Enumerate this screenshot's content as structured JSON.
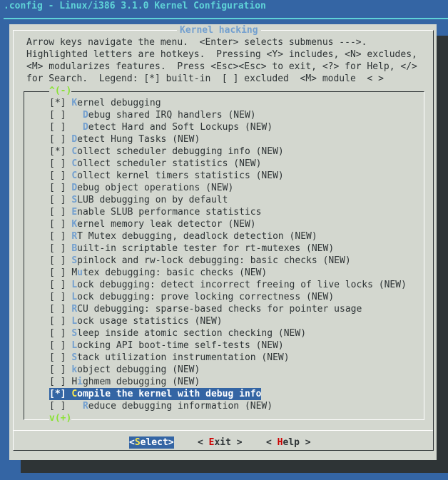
{
  "window_title": ".config - Linux/i386 3.1.0 Kernel Configuration",
  "dialog": {
    "title": "Kernel hacking",
    "help_lines": [
      "Arrow keys navigate the menu.  <Enter> selects submenus --->.",
      "Highlighted letters are hotkeys.  Pressing <Y> includes, <N> excludes,",
      "<M> modularizes features.  Press <Esc><Esc> to exit, <?> for Help, </>",
      "for Search.  Legend: [*] built-in  [ ] excluded  <M> module  < >"
    ],
    "scroll_up": "^(-)",
    "scroll_down": "v(+)"
  },
  "menu": {
    "selected_index": 24,
    "items": [
      {
        "state": "[*]",
        "label": "Kernel debugging",
        "hotkey": 0,
        "indent": false
      },
      {
        "state": "[ ]",
        "label": "Debug shared IRQ handlers (NEW)",
        "hotkey": 0,
        "indent": true
      },
      {
        "state": "[ ]",
        "label": "Detect Hard and Soft Lockups (NEW)",
        "hotkey": 0,
        "indent": true
      },
      {
        "state": "[ ]",
        "label": "Detect Hung Tasks (NEW)",
        "hotkey": 0,
        "indent": false
      },
      {
        "state": "[*]",
        "label": "Collect scheduler debugging info (NEW)",
        "hotkey": 0,
        "indent": false
      },
      {
        "state": "[ ]",
        "label": "Collect scheduler statistics (NEW)",
        "hotkey": 0,
        "indent": false
      },
      {
        "state": "[ ]",
        "label": "Collect kernel timers statistics (NEW)",
        "hotkey": 0,
        "indent": false
      },
      {
        "state": "[ ]",
        "label": "Debug object operations (NEW)",
        "hotkey": 0,
        "indent": false
      },
      {
        "state": "[ ]",
        "label": "SLUB debugging on by default",
        "hotkey": 0,
        "indent": false
      },
      {
        "state": "[ ]",
        "label": "Enable SLUB performance statistics",
        "hotkey": 0,
        "indent": false
      },
      {
        "state": "[ ]",
        "label": "Kernel memory leak detector (NEW)",
        "hotkey": 0,
        "indent": false
      },
      {
        "state": "[ ]",
        "label": "RT Mutex debugging, deadlock detection (NEW)",
        "hotkey": 0,
        "indent": false
      },
      {
        "state": "[ ]",
        "label": "Built-in scriptable tester for rt-mutexes (NEW)",
        "hotkey": 0,
        "indent": false
      },
      {
        "state": "[ ]",
        "label": "Spinlock and rw-lock debugging: basic checks (NEW)",
        "hotkey": 0,
        "indent": false
      },
      {
        "state": "[ ]",
        "label": "Mutex debugging: basic checks (NEW)",
        "hotkey": 1,
        "indent": false
      },
      {
        "state": "[ ]",
        "label": "Lock debugging: detect incorrect freeing of live locks (NEW)",
        "hotkey": 0,
        "indent": false
      },
      {
        "state": "[ ]",
        "label": "Lock debugging: prove locking correctness (NEW)",
        "hotkey": 0,
        "indent": false
      },
      {
        "state": "[ ]",
        "label": "RCU debugging: sparse-based checks for pointer usage",
        "hotkey": 0,
        "indent": false
      },
      {
        "state": "[ ]",
        "label": "Lock usage statistics (NEW)",
        "hotkey": 0,
        "indent": false
      },
      {
        "state": "[ ]",
        "label": "Sleep inside atomic section checking (NEW)",
        "hotkey": 0,
        "indent": false
      },
      {
        "state": "[ ]",
        "label": "Locking API boot-time self-tests (NEW)",
        "hotkey": 0,
        "indent": false
      },
      {
        "state": "[ ]",
        "label": "Stack utilization instrumentation (NEW)",
        "hotkey": 0,
        "indent": false
      },
      {
        "state": "[ ]",
        "label": "kobject debugging (NEW)",
        "hotkey": 0,
        "indent": false
      },
      {
        "state": "[ ]",
        "label": "Highmem debugging (NEW)",
        "hotkey": 1,
        "indent": false
      },
      {
        "state": "[*]",
        "label": "Compile the kernel with debug info",
        "hotkey": 0,
        "indent": false
      },
      {
        "state": "[ ]",
        "label": "Reduce debugging information (NEW)",
        "hotkey": 0,
        "indent": true
      }
    ]
  },
  "buttons": [
    {
      "pre": "<",
      "hot": "S",
      "post": "elect>",
      "selected": true
    },
    {
      "pre": "< ",
      "hot": "E",
      "post": "xit >",
      "selected": false
    },
    {
      "pre": "< ",
      "hot": "H",
      "post": "elp >",
      "selected": false
    }
  ],
  "colors": {
    "background": "#3465a4",
    "dialog": "#d3d7cf",
    "hotkey": "#729fcf",
    "selected_hotkey": "#fce94f",
    "button_hotkey": "#cc0000",
    "scroll_arrow": "#8ae234"
  }
}
